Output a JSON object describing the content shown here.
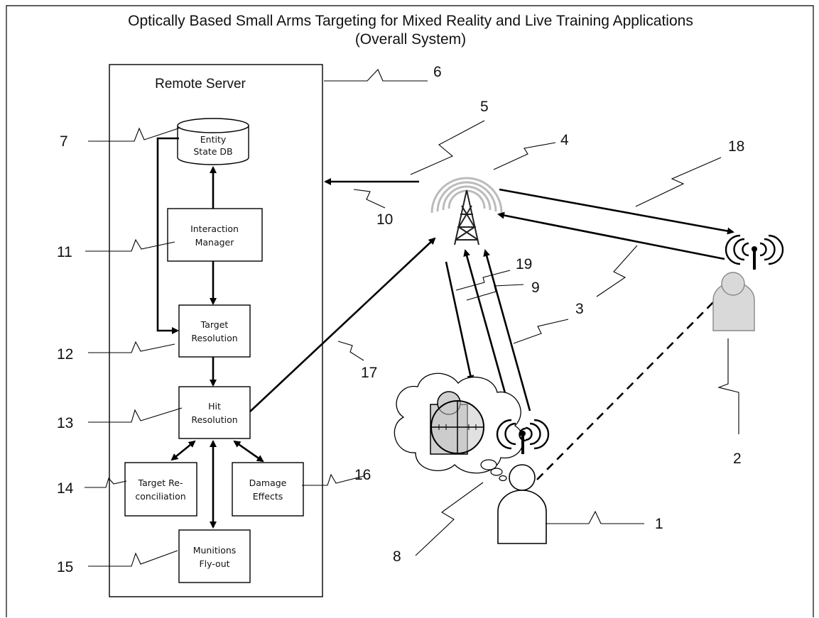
{
  "title": {
    "line1": "Optically Based Small Arms Targeting for Mixed Reality and Live Training Applications",
    "line2": "(Overall System)"
  },
  "server": {
    "label": "Remote Server",
    "db": {
      "line1": "Entity",
      "line2": "State DB"
    },
    "interaction": {
      "line1": "Interaction",
      "line2": "Manager"
    },
    "target_resolution": {
      "line1": "Target",
      "line2": "Resolution"
    },
    "hit_resolution": {
      "line1": "Hit",
      "line2": "Resolution"
    },
    "target_reconciliation": {
      "line1": "Target Re-",
      "line2": "conciliation"
    },
    "damage_effects": {
      "line1": "Damage",
      "line2": "Effects"
    },
    "munitions": {
      "line1": "Munitions",
      "line2": "Fly-out"
    }
  },
  "callouts": {
    "n1": "1",
    "n2": "2",
    "n3": "3",
    "n4": "4",
    "n5": "5",
    "n6": "6",
    "n7": "7",
    "n8": "8",
    "n9": "9",
    "n10": "10",
    "n11": "11",
    "n12": "12",
    "n13": "13",
    "n14": "14",
    "n15": "15",
    "n16": "16",
    "n17": "17",
    "n18": "18",
    "n19": "19"
  },
  "colors": {
    "line": "#000000",
    "person_fill": "#d9d9d9",
    "tower_halo": "#bbbbbb",
    "reticle_fill": "#c8c8c8"
  }
}
